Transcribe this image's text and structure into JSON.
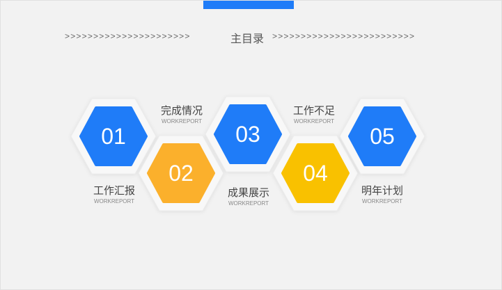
{
  "header": {
    "title": "主目录",
    "arrows_left": ">>>>>>>>>>>>>>>>>>>>>>",
    "arrows_right": ">>>>>>>>>>>>>>>>>>>>>>>>>"
  },
  "colors": {
    "accent": "#1f7cf8",
    "orange": "#fbb02c",
    "yellow": "#f9c100",
    "background": "#f2f2f2"
  },
  "items": [
    {
      "num": "01",
      "title": "工作汇报",
      "sub": "WORKREPORT",
      "color": "#1f7cf8"
    },
    {
      "num": "02",
      "title": "完成情况",
      "sub": "WORKREPORT",
      "color": "#fbb02c"
    },
    {
      "num": "03",
      "title": "成果展示",
      "sub": "WORKREPORT",
      "color": "#1f7cf8"
    },
    {
      "num": "04",
      "title": "工作不足",
      "sub": "WORKREPORT",
      "color": "#f9c100"
    },
    {
      "num": "05",
      "title": "明年计划",
      "sub": "WORKREPORT",
      "color": "#1f7cf8"
    }
  ]
}
